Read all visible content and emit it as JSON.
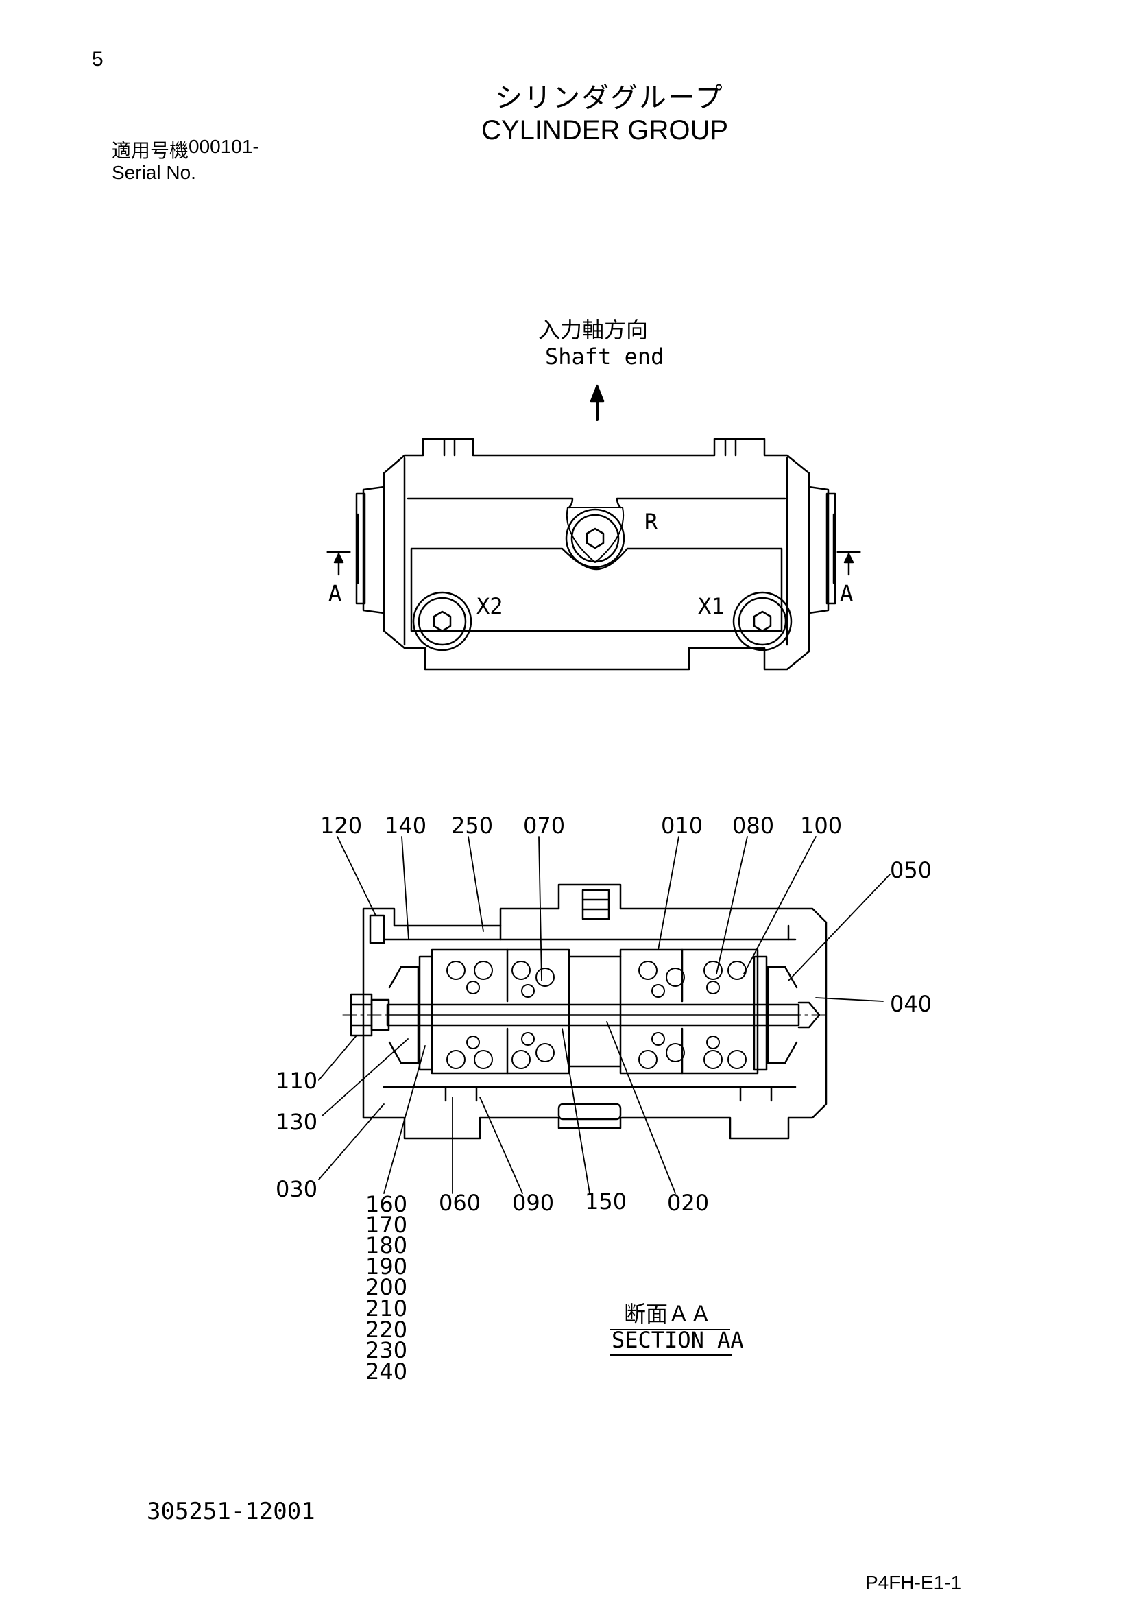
{
  "header": {
    "page_number": "5",
    "title_jp": "シリンダグループ",
    "title_en": "CYLINDER GROUP",
    "serial_label_jp": "適用号機",
    "serial_value": "000101-",
    "serial_label_en": "Serial No."
  },
  "top_view": {
    "direction_jp": "入力軸方向",
    "direction_en": "Shaft end",
    "port_r": "R",
    "port_x1": "X1",
    "port_x2": "X2",
    "section_mark_left": "A",
    "section_mark_right": "A"
  },
  "section_view": {
    "top_labels": [
      "120",
      "140",
      "250",
      "070",
      "010",
      "080",
      "100"
    ],
    "right_labels": [
      "050",
      "040"
    ],
    "left_labels": [
      "110",
      "130",
      "030"
    ],
    "bottom_labels": [
      "160",
      "060",
      "090",
      "150",
      "020"
    ],
    "stacked_labels": [
      "170",
      "180",
      "190",
      "200",
      "210",
      "220",
      "230",
      "240"
    ],
    "section_title_jp": "断面ＡＡ",
    "section_title_en": "SECTION AA"
  },
  "footer": {
    "drawing_number": "305251-12001",
    "page_code": "P4FH-E1-1"
  }
}
